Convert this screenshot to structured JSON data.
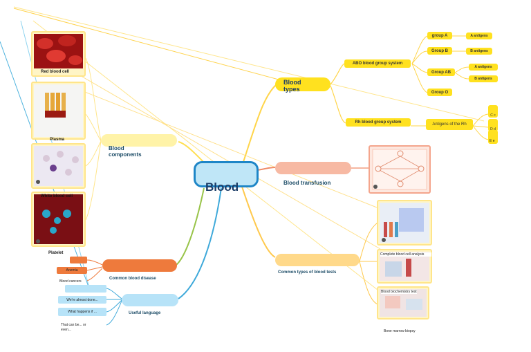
{
  "central": {
    "label": "Blood"
  },
  "branches": {
    "types": {
      "label": "Blood types",
      "abo": {
        "label": "ABO blood group system",
        "groups": [
          {
            "label": "group A",
            "antigens": [
              "A antigens"
            ]
          },
          {
            "label": "Group B",
            "antigens": [
              "B antigens"
            ]
          },
          {
            "label": "Group AB",
            "antigens": [
              "A antigens",
              "B antigens"
            ]
          },
          {
            "label": "Group O",
            "antigens": []
          }
        ]
      },
      "rh": {
        "label": "Rh  blood group system",
        "antigen": "Antigens of the Rh",
        "items": [
          "C c",
          "D d",
          "E e"
        ]
      }
    },
    "transfusion": {
      "label": "Blood transfusion"
    },
    "tests": {
      "label": "Common types of blood  tests",
      "items": [
        "Complete blood cell analysis",
        "Blood biochemistry test",
        "Bone marrow biopsy"
      ]
    },
    "components": {
      "label": "Blood components",
      "items": [
        "Red blood cell",
        "Plasma",
        "White blood cell",
        "Platelet"
      ]
    },
    "disease": {
      "label": "Common blood disease",
      "items": [
        "",
        "Anemia",
        "Blood cancers"
      ]
    },
    "language": {
      "label": "Useful language",
      "items": [
        "",
        "We're almost done...",
        "What happens if ...",
        "That can be... or even..."
      ]
    }
  },
  "colors": {
    "central": "#bfe6f7",
    "types": "#ffe11f",
    "transfusion": "#f7b9a3",
    "tests": "#ffd98a",
    "components": "#fff3a8",
    "disease": "#ee7a3c",
    "language": "#b7e3f8"
  }
}
